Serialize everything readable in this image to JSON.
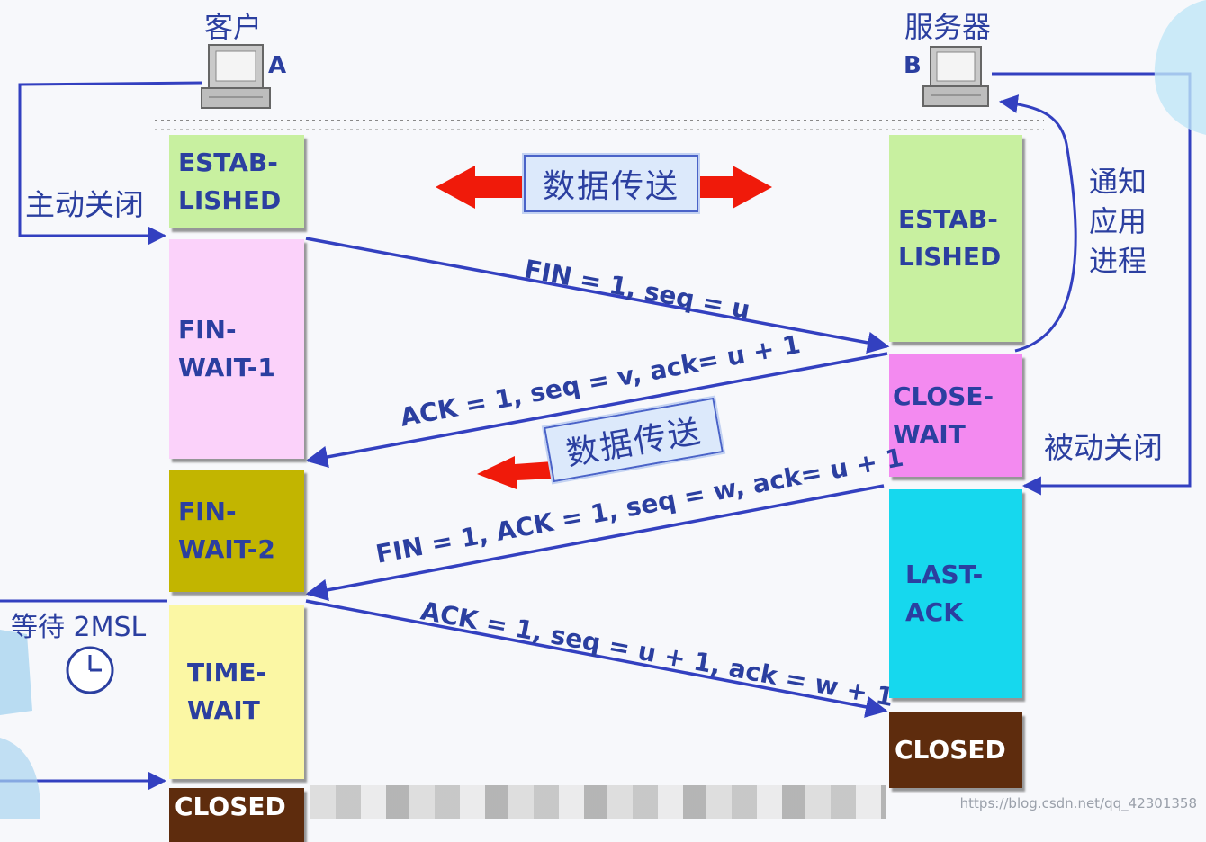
{
  "client": {
    "label": "客户",
    "letter": "A"
  },
  "server": {
    "label": "服务器",
    "letter": "B"
  },
  "client_states": [
    {
      "label": "ESTAB-\nLISHED",
      "color": "#c8f0a0"
    },
    {
      "label": "FIN-\nWAIT-1",
      "color": "#fbd2fa"
    },
    {
      "label": "FIN-\nWAIT-2",
      "color": "#c2b500"
    },
    {
      "label": "TIME-\nWAIT",
      "color": "#fbf7a4"
    },
    {
      "label": "CLOSED",
      "color": "#5e2c0d"
    }
  ],
  "server_states": [
    {
      "label": "ESTAB-\nLISHED",
      "color": "#c8f0a0"
    },
    {
      "label": "CLOSE-\nWAIT",
      "color": "#f38af0"
    },
    {
      "label": "LAST-\nACK",
      "color": "#16d8ee"
    },
    {
      "label": "CLOSED",
      "color": "#5e2c0d"
    }
  ],
  "messages": {
    "fin1": "FIN = 1, seq = u",
    "ack1": "ACK = 1, seq = v, ack= u + 1",
    "fin2": "FIN = 1, ACK = 1, seq = w, ack= u + 1",
    "ack2": "ACK = 1, seq = u + 1, ack = w + 1"
  },
  "data_transfer": "数据传送",
  "active_close": "主动关闭",
  "passive_close": "被动关闭",
  "notify_app": "通知\n应用\n进程",
  "wait_2msl": "等待 2MSL",
  "watermark": "https://blog.csdn.net/qq_42301358",
  "colors": {
    "line": "#3340c0",
    "red_arrow": "#f01a0a",
    "text": "#2b3fa0"
  }
}
